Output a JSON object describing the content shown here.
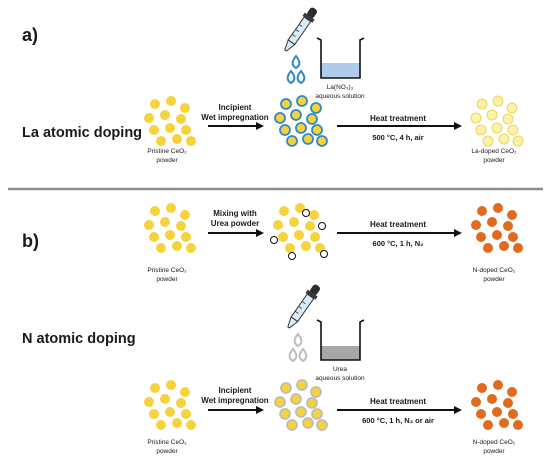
{
  "panels": {
    "a": "a)",
    "b": "b)"
  },
  "rows": {
    "la": "La atomic doping",
    "n": "N atomic doping"
  },
  "colors": {
    "ceo2": "#F6D23B",
    "la_dot": "#2E8AC8",
    "la_doped": "#FCF1A6",
    "n_doped": "#E26A1E",
    "urea_dot": "#BDBDBD",
    "divider": "#8E8E8E",
    "la_solution": "#AECBEA",
    "urea_solution": "#A7A7A7"
  },
  "labels": {
    "pristine_1": "Pristine CeO₂",
    "pristine_2": "powder",
    "incipient_1": "Incipient",
    "incipient_2": "Wet impregnation",
    "la_sol_1": "La(NO₃)₃",
    "la_sol_2": "aqueous solution",
    "heat": "Heat treatment",
    "la_cond": "500 °C, 4 h, air",
    "la_doped_1": "La-doped CeO₂",
    "mix_1": "Mixing with",
    "mix_2": "Urea powder",
    "n_cond_1": "600 °C, 1 h, N₂",
    "n_doped_1": "N-doped CeO₂",
    "urea_sol_1": "Urea",
    "urea_sol_2": "aqueous solution",
    "n_cond_2": "600 °C, 1 h, N₂ or air"
  }
}
